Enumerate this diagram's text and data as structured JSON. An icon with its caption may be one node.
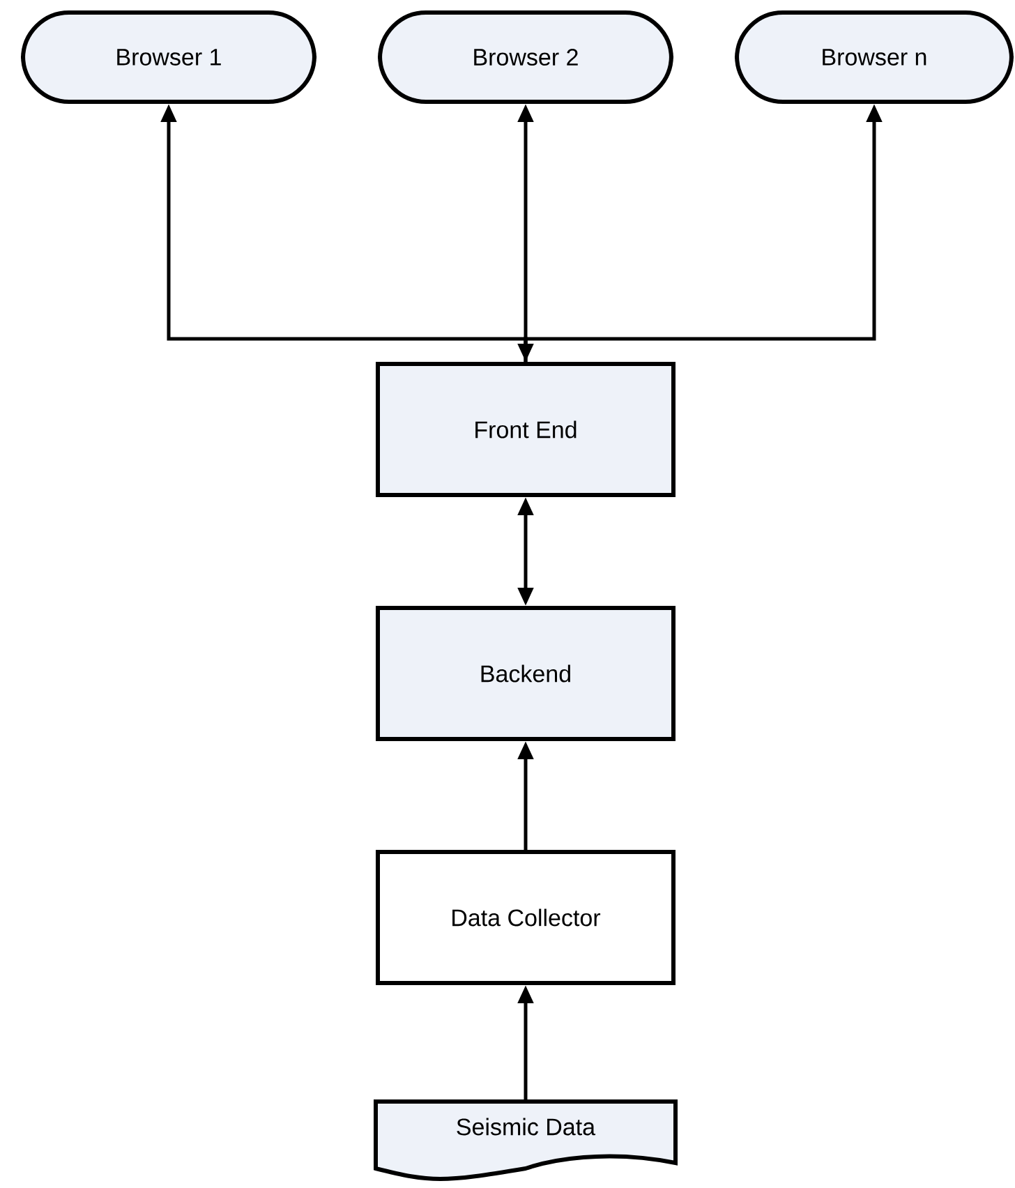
{
  "diagram": {
    "nodes": [
      {
        "text": [
          "Browser 1"
        ]
      },
      {
        "text": [
          "Browser 2"
        ]
      },
      {
        "text": [
          "Browser n"
        ]
      },
      {
        "text": [
          "Front End"
        ]
      },
      {
        "text": [
          "Backend"
        ]
      },
      {
        "text": [
          "Data Collector"
        ]
      },
      {
        "text": [
          "Seismic Data"
        ]
      }
    ],
    "edges": [
      {
        "from": 3,
        "to": 0,
        "arrow": "to"
      },
      {
        "from": 3,
        "to": 1,
        "arrow": "both"
      },
      {
        "from": 3,
        "to": 2,
        "arrow": "to"
      },
      {
        "from": 3,
        "to": 4,
        "arrow": "both"
      },
      {
        "from": 5,
        "to": 4,
        "arrow": "to"
      },
      {
        "from": 6,
        "to": 5,
        "arrow": "to"
      }
    ]
  }
}
